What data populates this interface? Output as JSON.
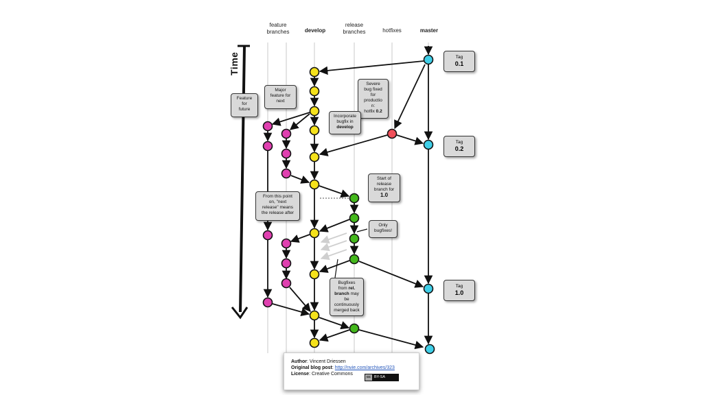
{
  "columns": [
    {
      "id": "feature",
      "label_line1": "feature",
      "label_line2": "branches",
      "bold": false
    },
    {
      "id": "develop",
      "label_line1": "develop",
      "label_line2": "",
      "bold": true
    },
    {
      "id": "release",
      "label_line1": "release",
      "label_line2": "branches",
      "bold": false
    },
    {
      "id": "hotfixes",
      "label_line1": "hotfixes",
      "label_line2": "",
      "bold": false
    },
    {
      "id": "master",
      "label_line1": "master",
      "label_line2": "",
      "bold": true
    }
  ],
  "time_label": "Time",
  "colors": {
    "develop": "#f5e21b",
    "feature": "#e040b0",
    "release": "#44b81c",
    "hotfix": "#f0505a",
    "master": "#3fcfe8",
    "line": "#111111",
    "track": "#e4e4e4"
  },
  "notes": {
    "feature_for_future": [
      "Feature",
      "for",
      "future"
    ],
    "major_feature": [
      "Major",
      "feature for",
      "next"
    ],
    "severe_bug": [
      "Severe",
      "bug fixed",
      "for",
      "productio",
      "n:",
      "hotfix"
    ],
    "severe_bug_strong": "0.2",
    "incorporate": [
      "Incorporate",
      "bugfix in"
    ],
    "incorporate_strong": "develop",
    "start_release": [
      "Start of",
      "release",
      "branch for"
    ],
    "start_release_strong": "1.0",
    "from_this_point": [
      "From this point",
      "on, \"next",
      "release\" means",
      "the release after"
    ],
    "only_bugfixes": [
      "Only",
      "bugfixes!"
    ],
    "bugfixes_from": [
      "Bugfixes",
      "from"
    ],
    "bugfixes_strong1": "rel.",
    "bugfixes_strong2": "branch",
    "bugfixes_rest": [
      "may",
      "be",
      "continuously",
      "merged back"
    ]
  },
  "tags": [
    {
      "label": "Tag",
      "version": "0.1"
    },
    {
      "label": "Tag",
      "version": "0.2"
    },
    {
      "label": "Tag",
      "version": "1.0"
    }
  ],
  "credit": {
    "author_label": "Author",
    "author": "Vincent Driessen",
    "blog_label": "Original blog post",
    "blog_url": "http://nvie.com/archives/323",
    "license_label": "License",
    "license": "Creative Commons",
    "badge_cc": "cc",
    "badge_text": "BY-SA"
  }
}
